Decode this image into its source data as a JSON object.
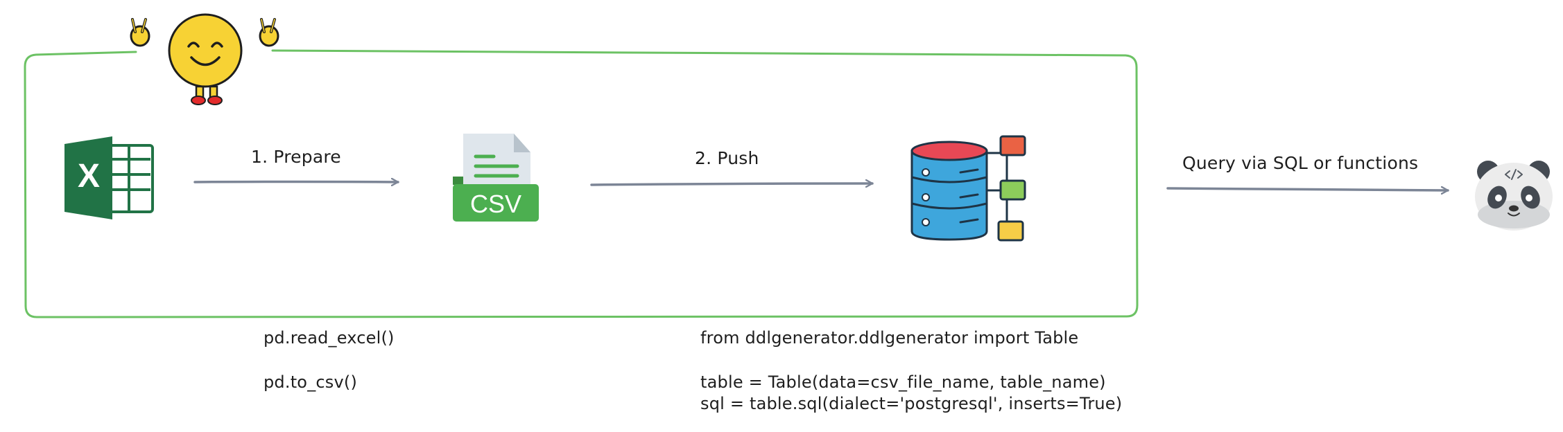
{
  "diagram": {
    "colors": {
      "frame": "#6cc264",
      "arrow": "#7c8596",
      "excel": "#217346",
      "csv": "#4caf50",
      "db_body": "#3ea6dc",
      "db_top": "#e84855",
      "smiley": "#f7d234"
    },
    "icons": {
      "mascot": "smiley-peace-icon",
      "source": "excel-icon",
      "intermediate": "csv-file-icon",
      "database": "database-icon",
      "consumer": "panda-icon"
    },
    "csv_icon_text": "CSV",
    "excel_icon_text": "X",
    "steps": {
      "prepare": "1. Prepare",
      "push": "2. Push",
      "query": "Query via SQL or functions"
    },
    "code": {
      "prepare_line1": "pd.read_excel()",
      "prepare_line2": "pd.to_csv()",
      "push_line1": "from ddlgenerator.ddlgenerator import Table",
      "push_line2": "table = Table(data=csv_file_name, table_name)",
      "push_line3": "sql = table.sql(dialect='postgresql', inserts=True)"
    }
  }
}
